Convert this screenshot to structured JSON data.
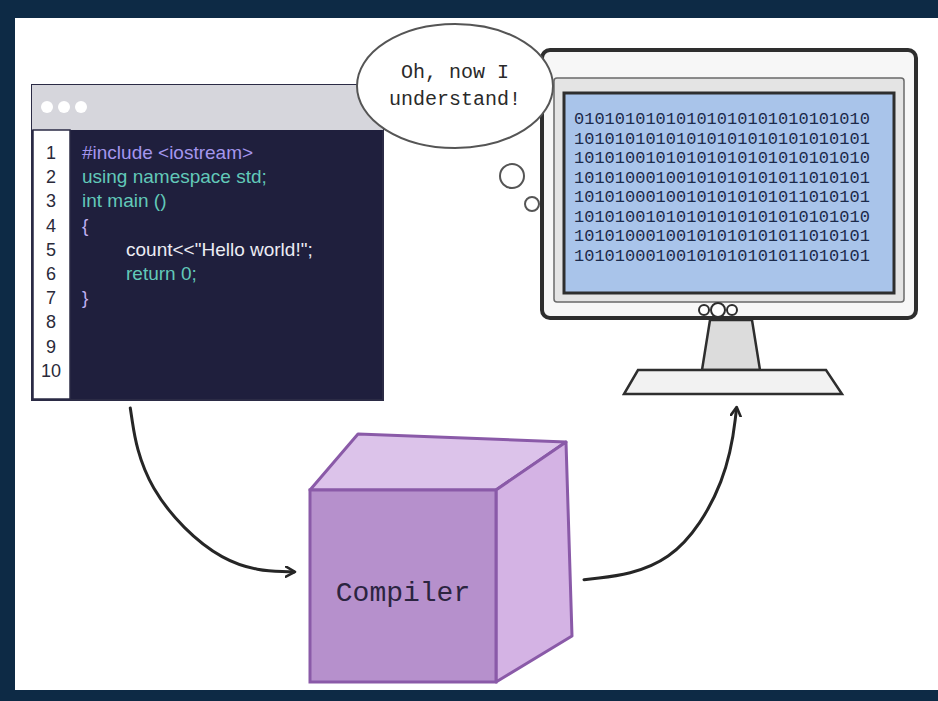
{
  "diagram": {
    "nodes": [
      {
        "text": [
          "#include <iostream>",
          "using namespace std;",
          "int main ()",
          "{",
          "count<<\"Hello world!\";",
          "return 0;",
          "}"
        ]
      },
      {
        "text": [
          "Oh, now I understand!"
        ]
      },
      {
        "text": [
          "01010101010101010101010101010",
          "10101010101010101010101010101",
          "10101001010101010101010101010",
          "10101000100101010101011010101",
          "10101000100101010101011010101",
          "10101001010101010101010101010",
          "10101000100101010101011010101",
          "10101000100101010101011010101"
        ]
      },
      {
        "text": [
          "Compiler"
        ]
      }
    ],
    "edges": [
      {
        "from": 0,
        "to": 3,
        "arrow": "to"
      },
      {
        "from": 3,
        "to": 2,
        "arrow": "to"
      }
    ],
    "labels": [
      "1",
      "2",
      "3",
      "4",
      "5",
      "6",
      "7",
      "8",
      "9",
      "10"
    ]
  }
}
